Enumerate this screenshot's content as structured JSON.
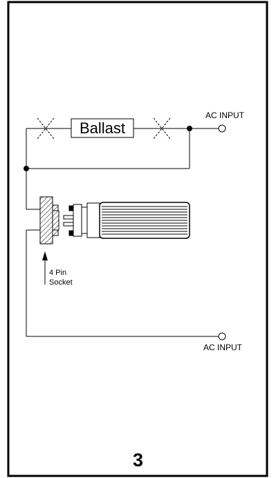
{
  "ballast": {
    "label": "Ballast"
  },
  "inputs": {
    "top_label": "AC INPUT",
    "bottom_label": "AC INPUT"
  },
  "socket": {
    "line1": "4 Pin",
    "line2": "Socket"
  },
  "page": {
    "number": "3"
  }
}
